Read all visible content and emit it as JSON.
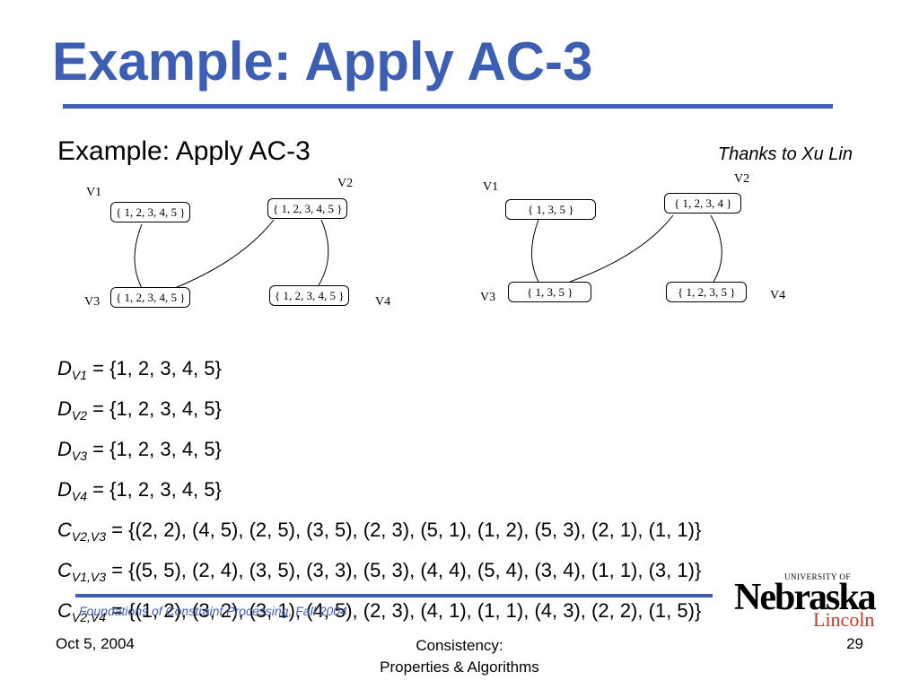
{
  "slide": {
    "title": "Example: Apply AC-3",
    "subtitle": "Example: Apply AC-3",
    "credit": "Thanks to Xu Lin"
  },
  "graph_before": {
    "v1_label": "V1",
    "v2_label": "V2",
    "v3_label": "V3",
    "v4_label": "V4",
    "v1_domain": "{ 1, 2, 3, 4, 5 }",
    "v2_domain": "{ 1, 2, 3, 4, 5 }",
    "v3_domain": "{ 1, 2, 3, 4, 5 }",
    "v4_domain": "{ 1, 2, 3, 4, 5 }"
  },
  "graph_after": {
    "v1_label": "V1",
    "v2_label": "V2",
    "v3_label": "V3",
    "v4_label": "V4",
    "v1_domain": "{ 1, 3, 5 }",
    "v2_domain": "{ 1, 2, 3, 4 }",
    "v3_domain": "{ 1, 3, 5 }",
    "v4_domain": "{ 1, 2, 3, 5 }"
  },
  "domains": [
    {
      "symbol": "D",
      "sub": "V1",
      "text": " = {1, 2, 3, 4, 5}"
    },
    {
      "symbol": "D",
      "sub": "V2",
      "text": " = {1, 2, 3, 4, 5}"
    },
    {
      "symbol": "D",
      "sub": "V3",
      "text": " = {1, 2, 3, 4, 5}"
    },
    {
      "symbol": "D",
      "sub": "V4",
      "text": " = {1, 2, 3, 4, 5}"
    },
    {
      "symbol": "C",
      "sub": "V2,V3",
      "text": " = {(2, 2), (4, 5), (2, 5), (3, 5), (2, 3), (5, 1), (1, 2), (5, 3), (2, 1), (1, 1)}"
    },
    {
      "symbol": "C",
      "sub": "V1,V3",
      "text": " = {(5, 5), (2, 4), (3, 5), (3, 3), (5, 3), (4, 4), (5, 4), (3, 4), (1, 1), (3, 1)}"
    },
    {
      "symbol": "C",
      "sub": "V2,V4",
      "text": " = {(1, 2), (3, 2), (3, 1), (4, 5), (2, 3), (4, 1), (1, 1), (4, 3), (2, 2), (1, 5)}"
    }
  ],
  "footer": {
    "course": "Foundations of Constraint Processing, Fall 2004",
    "date": "Oct 5, 2004",
    "topic_line1": "Consistency:",
    "topic_line2": "Properties & Algorithms",
    "page": "29"
  },
  "logo": {
    "top": "UNIVERSITY OF",
    "main": "Nebraska",
    "sub": "Lincoln"
  },
  "colors": {
    "accent": "#3d5fb3",
    "logo_red": "#c0392b"
  }
}
